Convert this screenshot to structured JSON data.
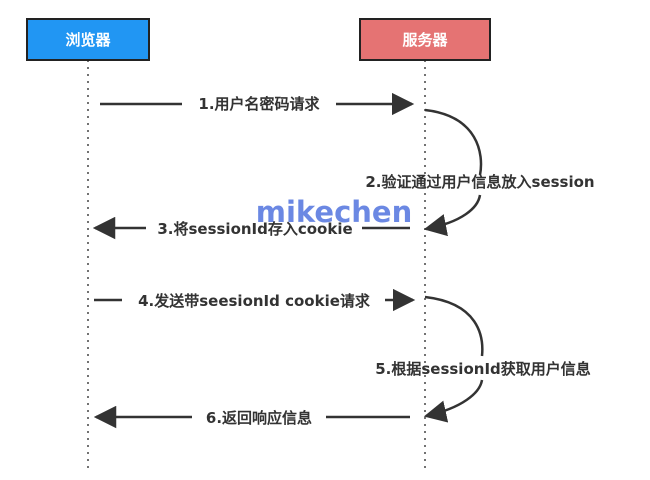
{
  "actors": {
    "browser": {
      "label": "浏览器",
      "fill": "#2196f3",
      "stroke": "#222222"
    },
    "server": {
      "label": "服务器",
      "fill": "#e57373",
      "stroke": "#222222"
    }
  },
  "messages": [
    {
      "id": "m1",
      "label": "1.用户名密码请求",
      "direction": "right"
    },
    {
      "id": "m2",
      "label": "2.验证通过用户信息放入session",
      "direction": "self"
    },
    {
      "id": "m3",
      "label": "3.将sessionId存入cookie",
      "direction": "left"
    },
    {
      "id": "m4",
      "label": "4.发送带seesionId cookie请求",
      "direction": "right"
    },
    {
      "id": "m5",
      "label": "5.根据sessionId获取用户信息",
      "direction": "self"
    },
    {
      "id": "m6",
      "label": "6.返回响应信息",
      "direction": "left"
    }
  ],
  "watermark": "mikechen",
  "colors": {
    "line": "#333333",
    "lifeline": "#444444",
    "watermark": "#5b7be0"
  }
}
